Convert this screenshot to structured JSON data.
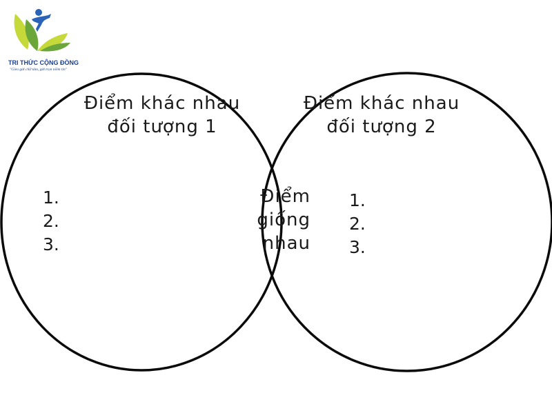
{
  "logo": {
    "name": "TRI THỨC CỘNG ĐỒNG",
    "slogan": "\"Gieo gửi chữ tâm, gửi trọn niềm tin\"",
    "colors": {
      "leaf_light": "#c6d93a",
      "leaf_dark": "#6aa63a",
      "figure": "#2a63b8",
      "text": "#1b3f8b"
    }
  },
  "diagram": {
    "left_title_line1": "Điểm khác nhau",
    "left_title_line2": "đối tượng 1",
    "right_title_line1": "Điểm khác nhau",
    "right_title_line2": "đối tượng 2",
    "center_line1": "Điểm",
    "center_line2": "giống",
    "center_line3": "nhau",
    "left_items": [
      "1.",
      "2.",
      "3."
    ],
    "right_items": [
      "1.",
      "2.",
      "3."
    ],
    "stroke_color": "#0a0a0a"
  }
}
